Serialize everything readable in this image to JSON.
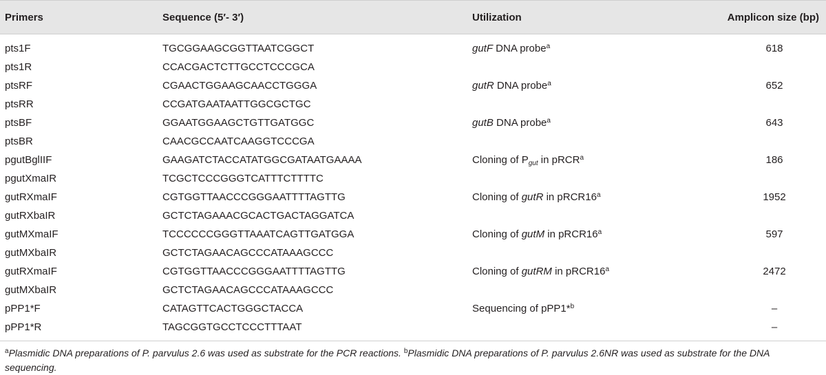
{
  "table": {
    "headers": {
      "primers": "Primers",
      "sequence": "Sequence (5′- 3′)",
      "utilization": "Utilization",
      "amplicon_size": "Amplicon size (bp)"
    },
    "rows": [
      {
        "primer": "pts1F",
        "sequence": "TGCGGAAGCGGTTAATCGGCT",
        "util_gene": "gutF",
        "util_text": " DNA probe",
        "util_sup": "a",
        "size": "618"
      },
      {
        "primer": "pts1R",
        "sequence": "CCACGACTCTTGCCTCCCGCA",
        "util_gene": "",
        "util_text": "",
        "util_sup": "",
        "size": ""
      },
      {
        "primer": "ptsRF",
        "sequence": "CGAACTGGAAGCAACCTGGGA",
        "util_gene": "gutR",
        "util_text": " DNA probe",
        "util_sup": "a",
        "size": "652"
      },
      {
        "primer": "ptsRR",
        "sequence": "CCGATGAATAATTGGCGCTGC",
        "util_gene": "",
        "util_text": "",
        "util_sup": "",
        "size": ""
      },
      {
        "primer": "ptsBF",
        "sequence": "GGAATGGAAGCTGTTGATGGC",
        "util_gene": "gutB",
        "util_text": " DNA probe",
        "util_sup": "a",
        "size": "643"
      },
      {
        "primer": "ptsBR",
        "sequence": "CAACGCCAATCAAGGTCCCGA",
        "util_gene": "",
        "util_text": "",
        "util_sup": "",
        "size": ""
      },
      {
        "primer": "pgutBglIIF",
        "sequence": "GAAGATCTACCATATGGCGATAATGAAAA",
        "util_pre": "Cloning of P",
        "util_sub": "gut",
        "util_text": " in pRCR",
        "util_sup": "a",
        "size": "186"
      },
      {
        "primer": "pgutXmaIR",
        "sequence": "TCGCTCCCGGGTCATTTCTTTTC",
        "util_gene": "",
        "util_text": "",
        "util_sup": "",
        "size": ""
      },
      {
        "primer": "gutRXmaIF",
        "sequence": "CGTGGTTAACCCGGGAATTTTAGTTG",
        "util_pre": "Cloning of ",
        "util_gene": "gutR",
        "util_text": " in pRCR16",
        "util_sup": "a",
        "size": "1952"
      },
      {
        "primer": "gutRXbaIR",
        "sequence": "GCTCTAGAAACGCACTGACTAGGATCA",
        "util_gene": "",
        "util_text": "",
        "util_sup": "",
        "size": ""
      },
      {
        "primer": "gutMXmaIF",
        "sequence": "TCCCCCCGGGTTAAATCAGTTGATGGA",
        "util_pre": "Cloning of ",
        "util_gene": "gutM",
        "util_text": " in pRCR16",
        "util_sup": "a",
        "size": "597"
      },
      {
        "primer": "gutMXbaIR",
        "sequence": "GCTCTAGAACAGCCCATAAAGCCC",
        "util_gene": "",
        "util_text": "",
        "util_sup": "",
        "size": ""
      },
      {
        "primer": "gutRXmaIF",
        "sequence": "CGTGGTTAACCCGGGAATTTTAGTTG",
        "util_pre": "Cloning of ",
        "util_gene": "gutRM",
        "util_text": " in pRCR16",
        "util_sup": "a",
        "size": "2472"
      },
      {
        "primer": "gutMXbaIR",
        "sequence": "GCTCTAGAACAGCCCATAAAGCCC",
        "util_gene": "",
        "util_text": "",
        "util_sup": "",
        "size": ""
      },
      {
        "primer": "pPP1*F",
        "sequence": "CATAGTTCACTGGGCTACCA",
        "util_pre": "Sequencing of pPP1*",
        "util_gene": "",
        "util_text": "",
        "util_sup": "b",
        "size": "–"
      },
      {
        "primer": "pPP1*R",
        "sequence": "TAGCGGTGCCTCCCTTTAAT",
        "util_gene": "",
        "util_text": "",
        "util_sup": "",
        "size": "–"
      }
    ]
  },
  "footnote": {
    "a_mark": "a",
    "a_text": "Plasmidic DNA preparations of P. parvulus 2.6 was used as substrate for the PCR reactions. ",
    "b_mark": "b",
    "b_text": "Plasmidic DNA preparations of P. parvulus 2.6NR was used as substrate for the DNA sequencing."
  }
}
